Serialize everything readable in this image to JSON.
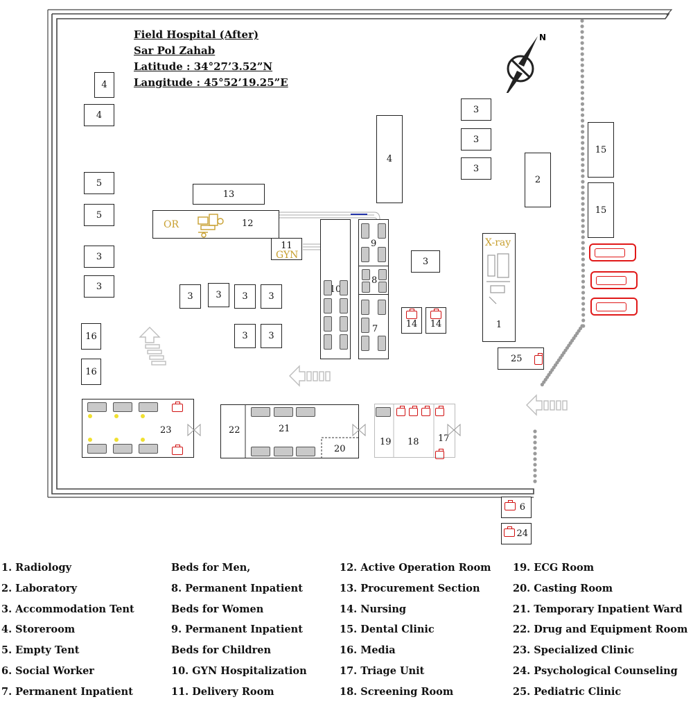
{
  "title": {
    "line1": "Field Hospital (After)",
    "line2": "Sar Pol Zahab",
    "line3": "Latitude : 34°27’3.52”N",
    "line4": "Langitude : 45°52’19.25”E"
  },
  "map_labels": {
    "or": "OR",
    "gyn": "GYN",
    "xray": "X-ray",
    "north": "N"
  },
  "units": {
    "u1": "1",
    "u2": "2",
    "u3": "3",
    "u4": "4",
    "u5": "5",
    "u6": "6",
    "u7": "7",
    "u8": "8",
    "u9": "9",
    "u10": "10",
    "u11": "11",
    "u12": "12",
    "u13": "13",
    "u14": "14",
    "u15": "15",
    "u16": "16",
    "u17": "17",
    "u18": "18",
    "u19": "19",
    "u20": "20",
    "u21": "21",
    "u22": "22",
    "u23": "23",
    "u24": "24",
    "u25": "25"
  },
  "legend": {
    "col1": [
      "1. Radiology",
      "2. Laboratory",
      "3. Accommodation Tent",
      "4. Storeroom",
      "5. Empty Tent",
      "6. Social Worker",
      "7. Permanent Inpatient"
    ],
    "col2": [
      "Beds for Men,",
      "8. Permanent Inpatient",
      "Beds for Women",
      "9. Permanent Inpatient",
      "Beds for Children",
      "10. GYN Hospitalization",
      "11. Delivery Room"
    ],
    "col3": [
      "12. Active Operation Room",
      "13. Procurement Section",
      "14. Nursing",
      "15. Dental Clinic",
      "16. Media",
      "17. Triage Unit",
      "18. Screening Room"
    ],
    "col4": [
      "19. ECG Room",
      "20. Casting Room",
      "21. Temporary Inpatient Ward",
      "22. Drug and Equipment Room",
      "23. Specialized Clinic",
      "24. Psychological Counseling",
      "25. Pediatric Clinic"
    ]
  },
  "colors": {
    "ambulance": "#e01818",
    "label_gold": "#c8a030",
    "fence": "#9a9a9a"
  }
}
